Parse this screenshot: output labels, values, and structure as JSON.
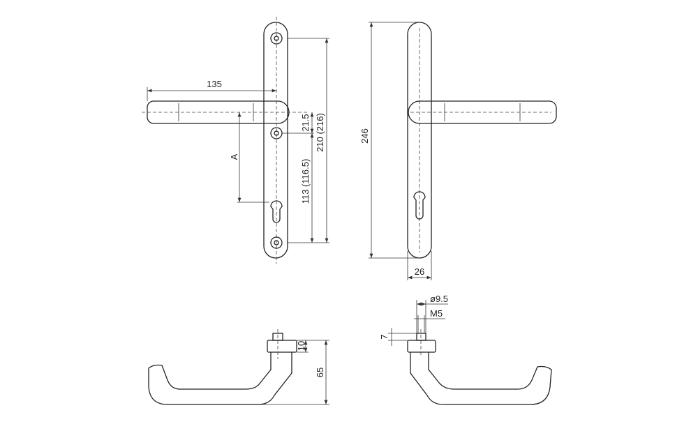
{
  "drawing": {
    "front_view_left": {
      "handle_length": "135",
      "distance_a": "A",
      "spindle_to_screw": "21.5",
      "screw_centers": "210 (216)",
      "screw_to_bottom": "113 (116.5)"
    },
    "front_view_right": {
      "plate_height": "246",
      "plate_width": "26"
    },
    "side_view_left": {
      "rose_height": "10",
      "total_depth": "65"
    },
    "side_view_right": {
      "diameter": "ø9.5",
      "thread": "M5",
      "stud_length": "7"
    }
  }
}
